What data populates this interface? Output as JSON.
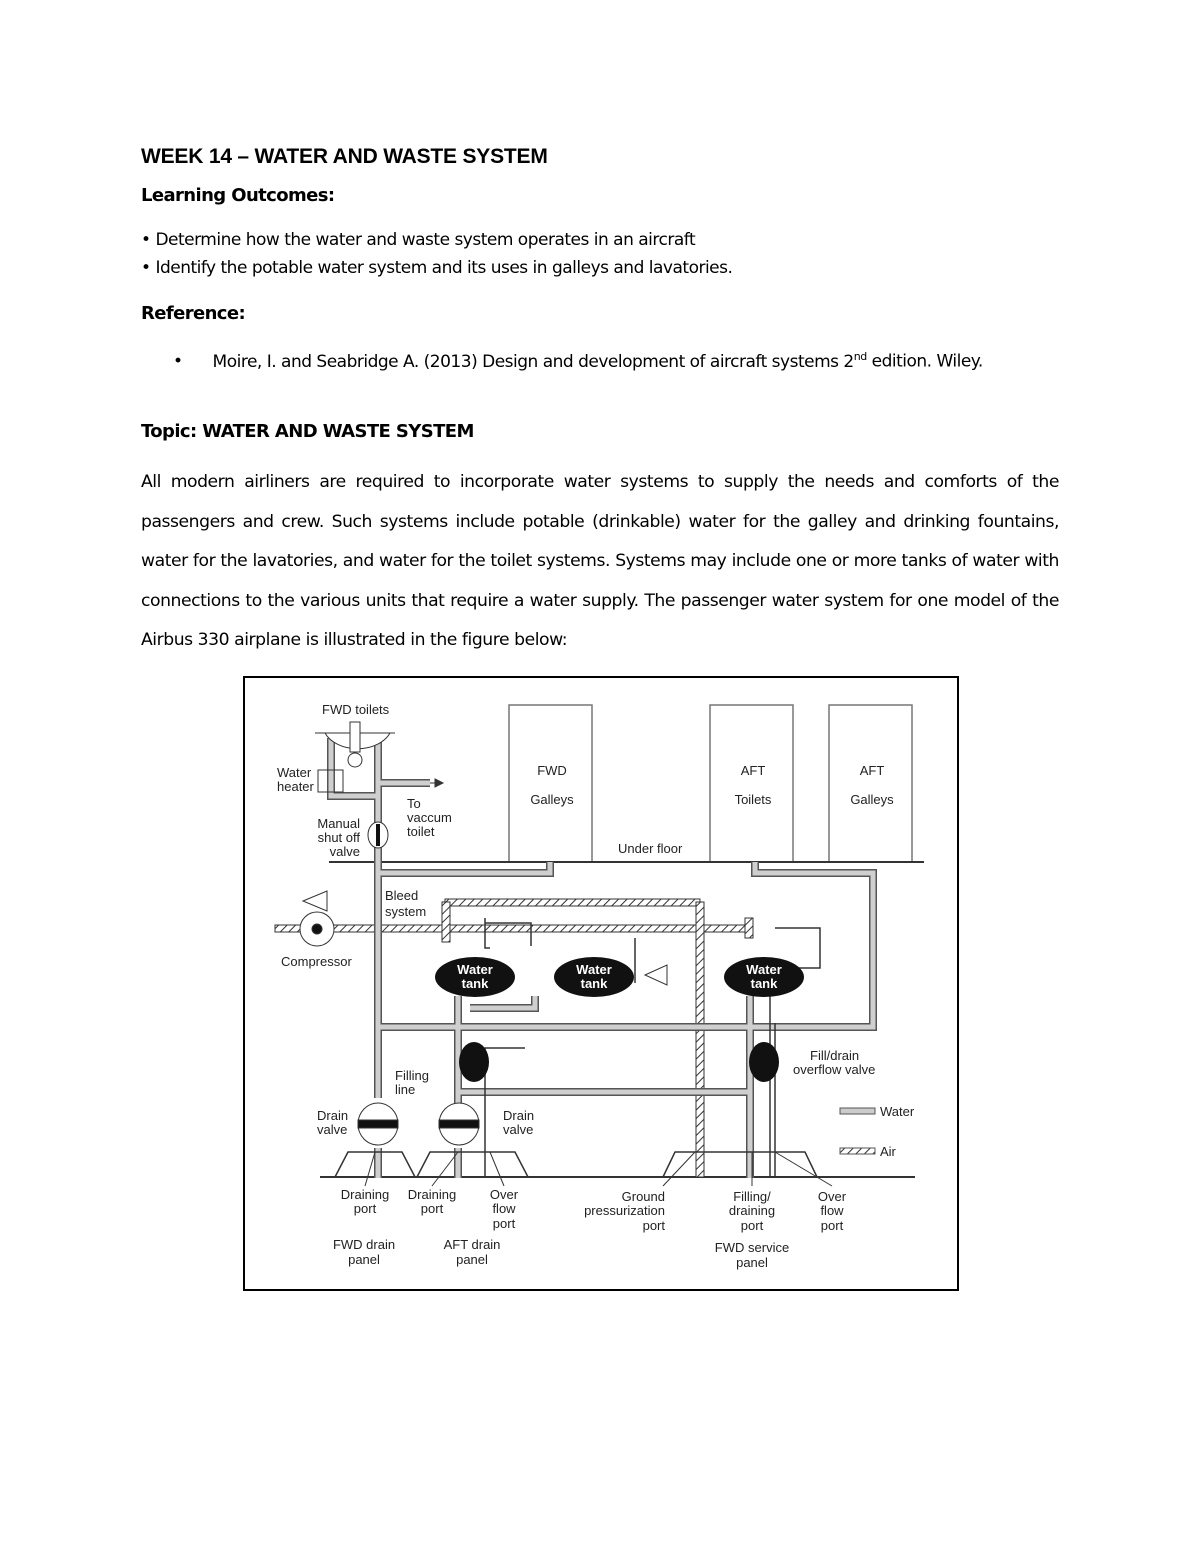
{
  "title": "WEEK 14 – WATER AND WASTE SYSTEM",
  "learning_outcomes": {
    "heading": "Learning Outcomes:",
    "items": [
      "Determine how the water and waste system operates in an aircraft",
      "Identify the potable water system and its uses in galleys and lavatories."
    ]
  },
  "reference": {
    "heading": "Reference:",
    "text_before": "Moire, I. and Seabridge A. (2013) Design and development of aircraft systems 2",
    "superscript": "nd",
    "text_after": " edition. Wiley."
  },
  "topic": {
    "heading": "Topic: WATER AND WASTE SYSTEM",
    "paragraph": "All modern airliners are required to incorporate water systems to supply the needs and comforts of the passengers and crew. Such systems include potable (drinkable) water for the galley and drinking fountains, water for the lavatories, and water for the toilet systems. Systems may include one or more tanks of water with connections to the various units that require a water supply. The passenger water system for one model of the Airbus 330 airplane is illustrated in the figure below:"
  },
  "figure": {
    "fwd_toilets": "FWD toilets",
    "water_heater": [
      "Water",
      "heater"
    ],
    "manual_valve": [
      "Manual",
      "shut off",
      "valve"
    ],
    "to_vacuum": [
      "To",
      "vaccum",
      "toilet"
    ],
    "fwd_galleys": [
      "FWD",
      "Galleys"
    ],
    "aft_toilets": [
      "AFT",
      "Toilets"
    ],
    "aft_galleys": [
      "AFT",
      "Galleys"
    ],
    "under_floor": "Under floor",
    "bleed": [
      "Bleed",
      "system"
    ],
    "compressor": "Compressor",
    "tank": [
      "Water",
      "tank"
    ],
    "filling_line": [
      "Filling",
      "line"
    ],
    "drain_valve": [
      "Drain",
      "valve"
    ],
    "fill_drain_valve": [
      "Fill/drain",
      "overflow valve"
    ],
    "legend_water": "Water",
    "legend_air": "Air",
    "draining_port": [
      "Draining",
      "port"
    ],
    "overflow_port": [
      "Over",
      "flow",
      "port"
    ],
    "ground_port": [
      "Ground",
      "pressurization",
      "port"
    ],
    "filling_port": [
      "Filling/",
      "draining",
      "port"
    ],
    "fwd_drain_panel": [
      "FWD drain",
      "panel"
    ],
    "aft_drain_panel": [
      "AFT drain",
      "panel"
    ],
    "fwd_service_panel": [
      "FWD service",
      "panel"
    ],
    "colors": {
      "water_pipe": "#c8c8c8",
      "tank": "#111111",
      "frame": "#000000"
    }
  }
}
